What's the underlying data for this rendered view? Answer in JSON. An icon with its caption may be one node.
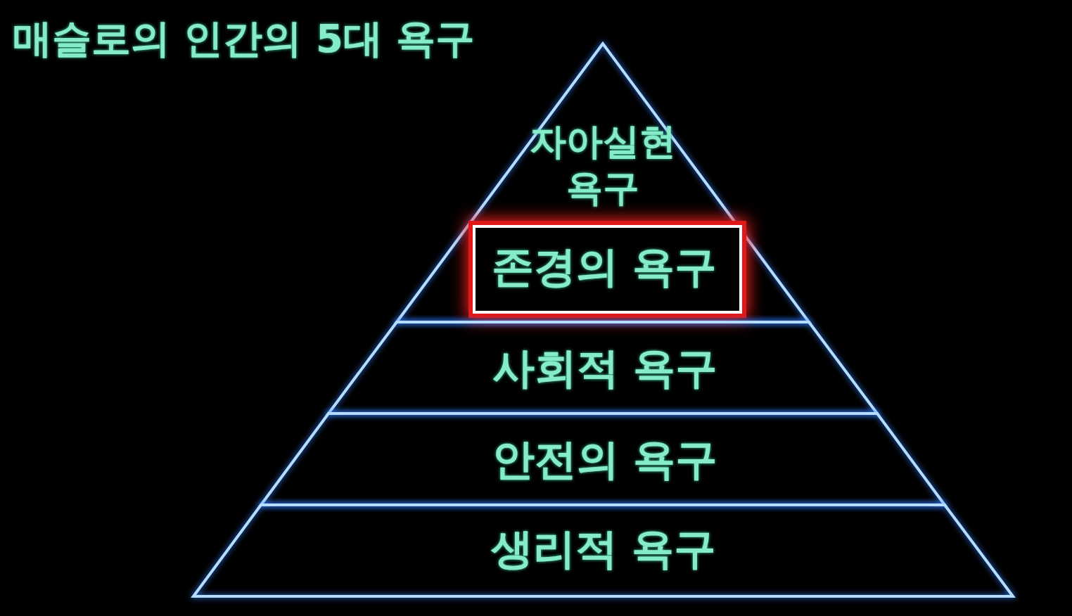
{
  "diagram": {
    "title": "매슬로의 인간의 5대 욕구",
    "nodes": [
      {
        "text": [
          "자아실현 욕구"
        ]
      },
      {
        "text": [
          "존경의 욕구"
        ],
        "in": 0
      },
      {
        "text": [
          "사회적 욕구"
        ]
      },
      {
        "text": [
          "안전의 욕구"
        ]
      },
      {
        "text": [
          "생리적 욕구"
        ]
      }
    ]
  }
}
